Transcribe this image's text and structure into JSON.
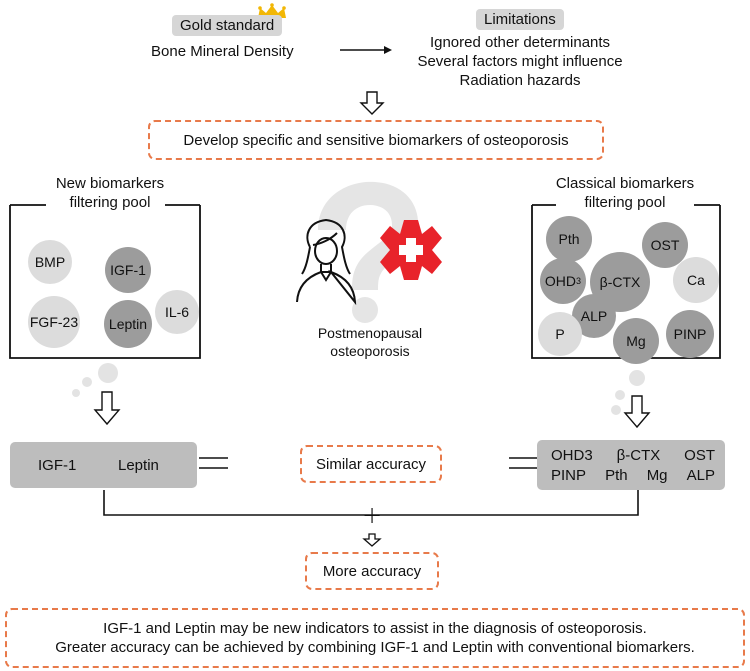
{
  "top": {
    "gold_standard_label": "Gold standard",
    "bmd_label": "Bone Mineral Density",
    "limitations_label": "Limitations",
    "limitations_items": [
      "Ignored other determinants",
      "Several factors might influence",
      "Radiation hazards"
    ]
  },
  "develop_box": "Develop specific and sensitive biomarkers of osteoporosis",
  "left_pool": {
    "title_line1": "New biomarkers",
    "title_line2": "filtering pool",
    "markers": [
      "BMP",
      "IGF-1",
      "FGF-23",
      "Leptin",
      "IL-6"
    ]
  },
  "right_pool": {
    "title_line1": "Classical biomarkers",
    "title_line2": "filtering pool",
    "markers": [
      "Pth",
      "OST",
      "OHD",
      "β-CTX",
      "Ca",
      "ALP",
      "P",
      "Mg",
      "PINP"
    ],
    "ohd_subscript": "3"
  },
  "center": {
    "label_line1": "Postmenopausal",
    "label_line2": "osteoporosis"
  },
  "left_result": [
    "IGF-1",
    "Leptin"
  ],
  "right_result": {
    "row1": [
      "OHD3",
      "β-CTX",
      "OST"
    ],
    "row2": [
      "PINP",
      "Pth",
      "Mg",
      "ALP"
    ]
  },
  "similar_accuracy": "Similar accuracy",
  "plus_sign": "+",
  "more_accuracy": "More accuracy",
  "conclusion": {
    "line1": "IGF-1 and Leptin may be new indicators to assist in the diagnosis of osteoporosis.",
    "line2": "Greater accuracy can be achieved by combining IGF-1 and Leptin  with conventional biomarkers."
  },
  "colors": {
    "accent_dashed": "#e87a4a",
    "crown": "#f2b705",
    "hospital_cross": "#e8232a",
    "question_mark": "#e5e5e5"
  }
}
